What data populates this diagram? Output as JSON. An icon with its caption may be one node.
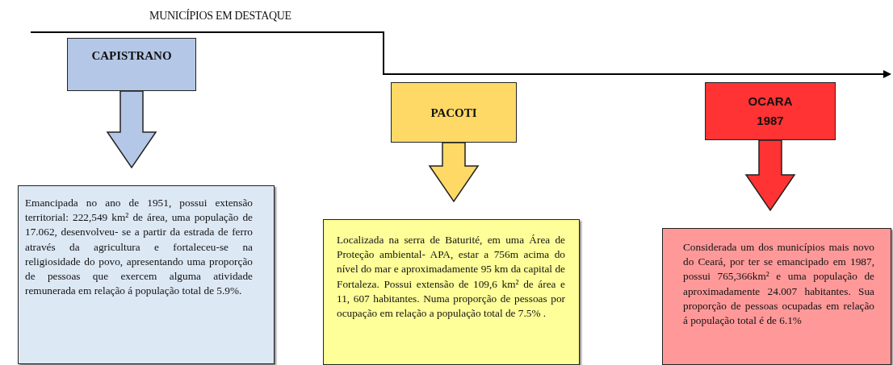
{
  "diagram": {
    "title": "MUNICÍPIOS EM DESTAQUE",
    "nodes": [
      {
        "text": [
          "CAPISTRANO"
        ]
      },
      {
        "text": [
          "Emancipada no ano de 1951, possui extensão territorial: 222,549 km² de área, uma população de 17.062, desenvolveu- se a partir da estrada de ferro através da agricultura e fortaleceu-se na religiosidade do povo, apresentando uma proporção de pessoas que exercem alguma atividade remunerada em relação á população total de 5.9%."
        ]
      },
      {
        "text": [
          "PACOTI"
        ]
      },
      {
        "text": [
          "Localizada na serra de Baturité, em uma Área de Proteção ambiental- APA, estar a 756m acima do nível do mar e aproximadamente 95 km da capital de Fortaleza. Possui extensão de 109,6 km² de área e 11, 607 habitantes. Numa proporção de pessoas por ocupação em relação a população total de 7.5% ."
        ]
      },
      {
        "text": [
          "OCARA 1987"
        ]
      },
      {
        "text": [
          "Considerada um dos municípios mais novo do Ceará, por ter se emancipado em 1987, possui 765,366km² e uma população de aproximadamente 24.007 habitantes. Sua proporção de pessoas ocupadas em relação á população total é de 6.1%"
        ]
      }
    ],
    "edges": [
      {
        "from": 0,
        "to": 1,
        "arrow": "to",
        "color": "#b4c7e7"
      },
      {
        "from": 2,
        "to": 3,
        "arrow": "to",
        "color": "#ffd966"
      },
      {
        "from": 4,
        "to": 5,
        "arrow": "to",
        "color": "#ff3333"
      }
    ]
  }
}
